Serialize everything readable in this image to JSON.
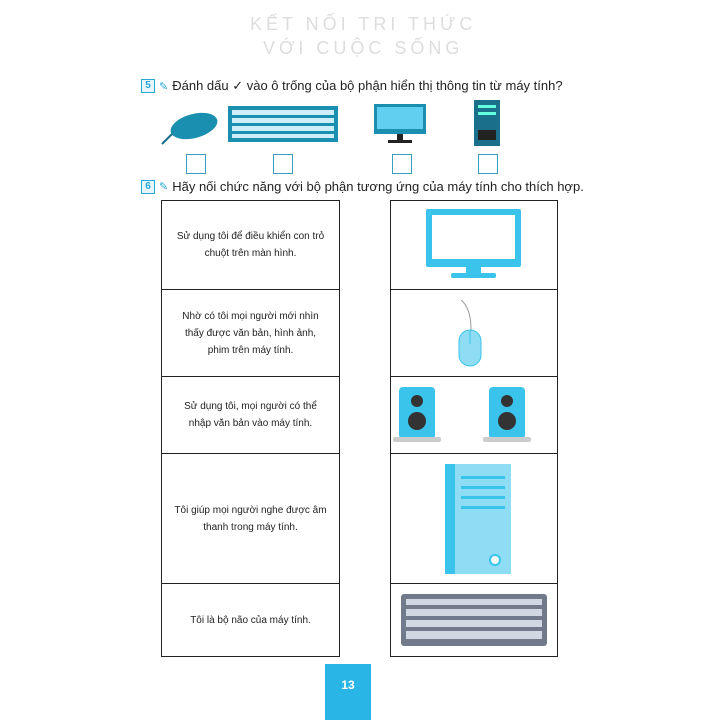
{
  "q5": {
    "number": "5",
    "text": "Đánh dấu ✓ vào ô trống của bộ phận hiển thị thông tin từ máy tính?"
  },
  "q6": {
    "number": "6",
    "text": "Hãy nối chức năng với bộ phận tương ứng của máy tính cho thích hợp."
  },
  "functions": [
    "Sử dụng tôi để điều khiển con trỏ chuột trên màn hình.",
    "Nhờ có tôi mọi người mới nhìn thấy được văn bản, hình ảnh, phim trên máy tính.",
    "Sử dụng tôi, mọi người có thể nhập văn bản vào máy tính.",
    "Tôi giúp mọi người nghe được âm thanh trong máy tính.",
    "Tôi là bộ não của máy tính."
  ],
  "watermark": [
    "KẾT NỐI TRI THỨC",
    "VỚI CUỘC SỐNG"
  ],
  "page_number": "13",
  "colors": {
    "accent": "#29b6e6",
    "device": "#1a8fb0"
  }
}
